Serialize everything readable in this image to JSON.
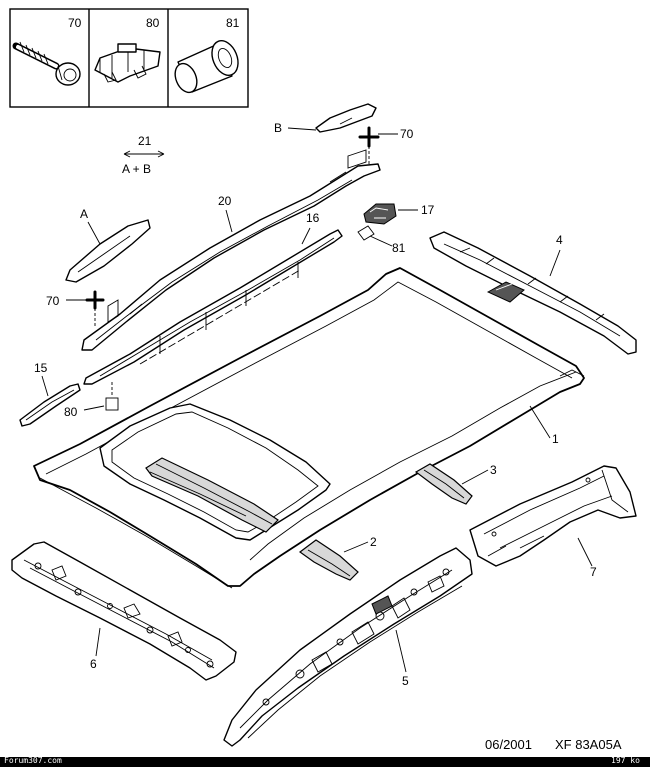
{
  "legend": {
    "boxes": [
      {
        "num": "70"
      },
      {
        "num": "80"
      },
      {
        "num": "81"
      }
    ]
  },
  "labels": {
    "assembly_ref": "21",
    "assembly_text": "A + B",
    "letter_a": "A",
    "letter_b": "B",
    "num_70_top": "70",
    "num_70_left": "70",
    "num_20": "20",
    "num_16": "16",
    "num_17": "17",
    "num_81": "81",
    "num_4": "4",
    "num_15": "15",
    "num_80": "80",
    "num_1": "1",
    "num_3": "3",
    "num_2": "2",
    "num_7": "7",
    "num_6": "6",
    "num_5": "5"
  },
  "footer": {
    "date": "06/2001",
    "ref": "XF 83A05A",
    "site": "Forum307.com",
    "size": "197 ko"
  },
  "colors": {
    "line": "#000000",
    "background": "#ffffff"
  }
}
